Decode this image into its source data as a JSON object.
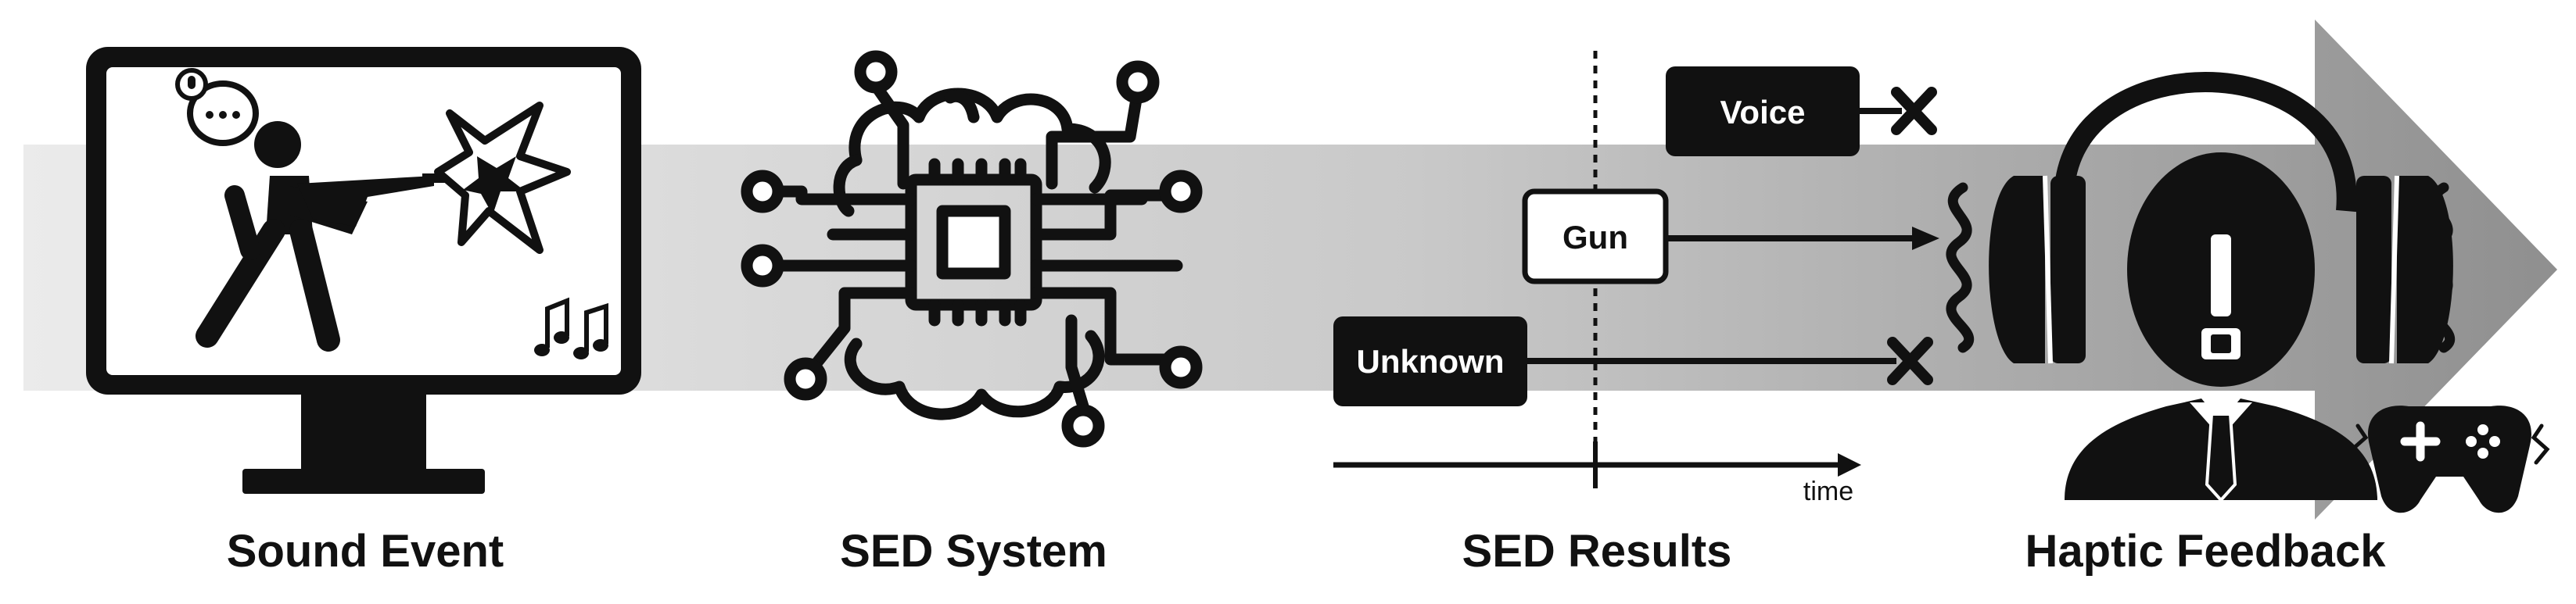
{
  "labels": {
    "sound_event": "Sound Event",
    "sed_system": "SED System",
    "sed_results": "SED Results",
    "haptic_feedback": "Haptic Feedback"
  },
  "results": {
    "voice": "Voice",
    "gun": "Gun",
    "unknown": "Unknown",
    "time_axis": "time"
  },
  "icons": {
    "monitor": "monitor-icon",
    "shooter": "shooter-icon",
    "explosion": "explosion-icon",
    "speech": "speech-bubble-icon",
    "music": "music-notes-icon",
    "chip": "ai-chip-brain-icon",
    "headphones": "headphones-icon",
    "alert": "exclamation-icon",
    "person": "person-suit-icon",
    "gamepad": "gamepad-icon",
    "reject": "x-mark-icon",
    "vibration": "vibration-wave-icon"
  },
  "colors": {
    "band_start": "#ebebeb",
    "band_end": "#8f8f8f",
    "ink": "#111111"
  }
}
